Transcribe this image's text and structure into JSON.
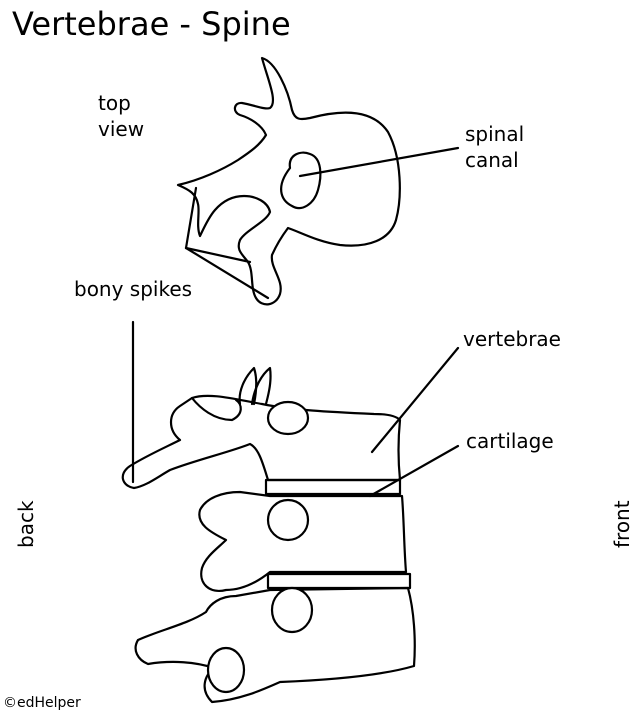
{
  "title": "Vertebrae - Spine",
  "labels": {
    "top_view": "top\nview",
    "spinal_canal": "spinal\ncanal",
    "bony_spikes": "bony spikes",
    "vertebrae": "vertebrae",
    "cartilage": "cartilage",
    "back": "back",
    "front": "front"
  },
  "copyright": "©edHelper"
}
